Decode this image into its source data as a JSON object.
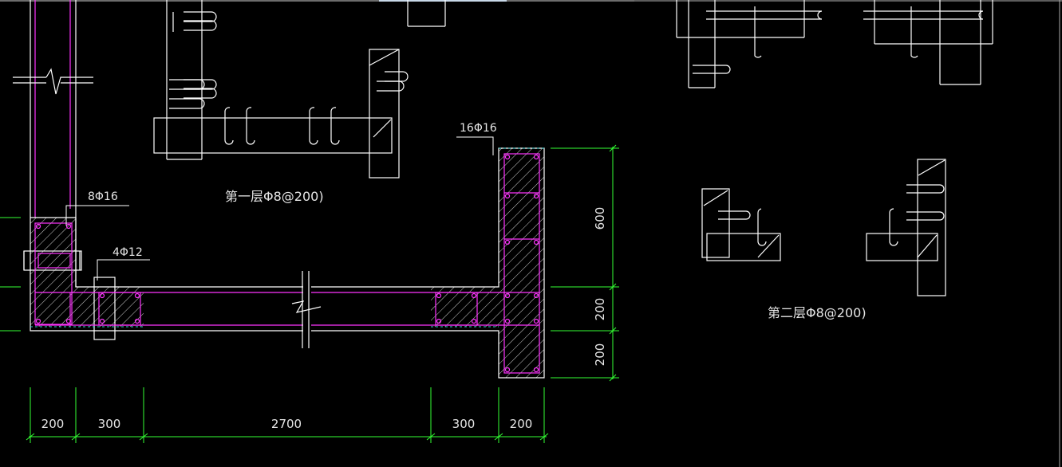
{
  "drawing": {
    "labels": {
      "layer1_note": "第一层Φ8@200)",
      "layer2_note": "第二层Φ8@200)",
      "rebar_8phi16": "8Φ16",
      "rebar_4phi12": "4Φ12",
      "rebar_16phi16": "16Φ16"
    },
    "dimensions": {
      "horizontal": [
        "200",
        "300",
        "2700",
        "300",
        "200"
      ],
      "vertical": [
        "600",
        "200",
        "200"
      ]
    },
    "colors": {
      "background": "#000000",
      "outline": "#ffffff",
      "rebar": "#ff33ff",
      "dimension": "#33ff33",
      "hatch": "#cfcfcf",
      "edge": "#33cccc"
    }
  }
}
